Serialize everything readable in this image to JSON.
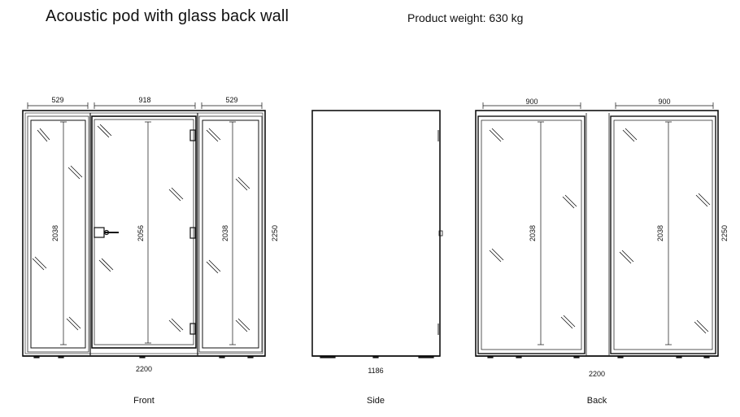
{
  "header": {
    "title": "Acoustic pod with glass back wall",
    "weight": "Product weight: 630 kg"
  },
  "front": {
    "caption": "Front",
    "width_left": "529",
    "width_door": "918",
    "width_right": "529",
    "height_left": "2038",
    "height_door": "2056",
    "height_right": "2038",
    "height_total": "2250",
    "width_total": "2200"
  },
  "side": {
    "caption": "Side",
    "depth": "1186"
  },
  "back": {
    "caption": "Back",
    "width_left": "900",
    "width_right": "900",
    "height_left": "2038",
    "height_right": "2038",
    "height_total": "2250",
    "width_total": "2200"
  }
}
